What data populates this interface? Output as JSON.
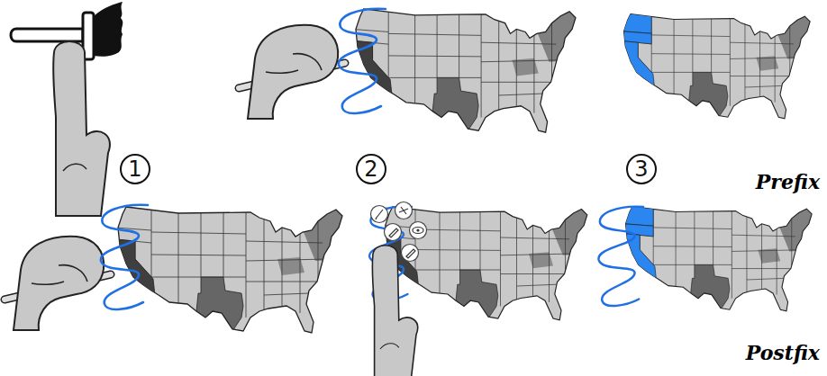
{
  "diagram": {
    "nodes": [
      {
        "text": [
          "1"
        ]
      },
      {
        "text": [
          "2"
        ]
      },
      {
        "text": [
          "3"
        ]
      }
    ],
    "labels": [
      "Prefix",
      "Postfix"
    ]
  }
}
